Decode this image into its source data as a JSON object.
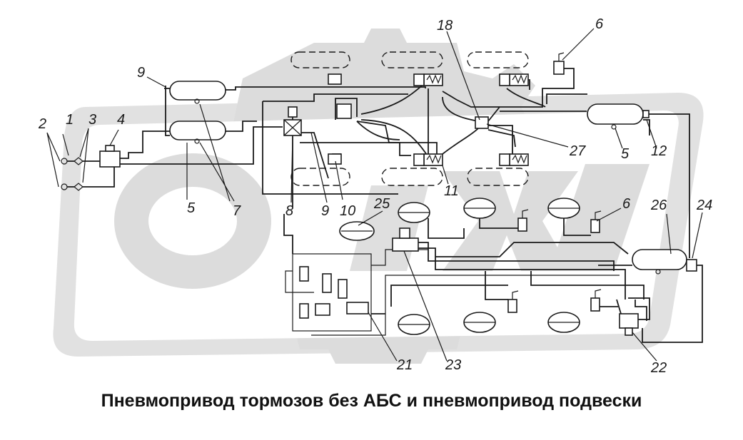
{
  "caption": "Пневмопривод тормозов без АБС и пневмопривод подвески",
  "callouts": {
    "n1": "1",
    "n2": "2",
    "n3": "3",
    "n4": "4",
    "n5a": "5",
    "n5b": "5",
    "n6a": "6",
    "n6b": "6",
    "n7": "7",
    "n8": "8",
    "n9a": "9",
    "n9b": "9",
    "n10": "10",
    "n11": "11",
    "n12": "12",
    "n18": "18",
    "n21": "21",
    "n22": "22",
    "n23": "23",
    "n24": "24",
    "n25": "25",
    "n26": "26",
    "n27": "27"
  },
  "colors": {
    "line": "#1a1a1a",
    "watermark": "#dcdcdc",
    "background": "#ffffff"
  }
}
